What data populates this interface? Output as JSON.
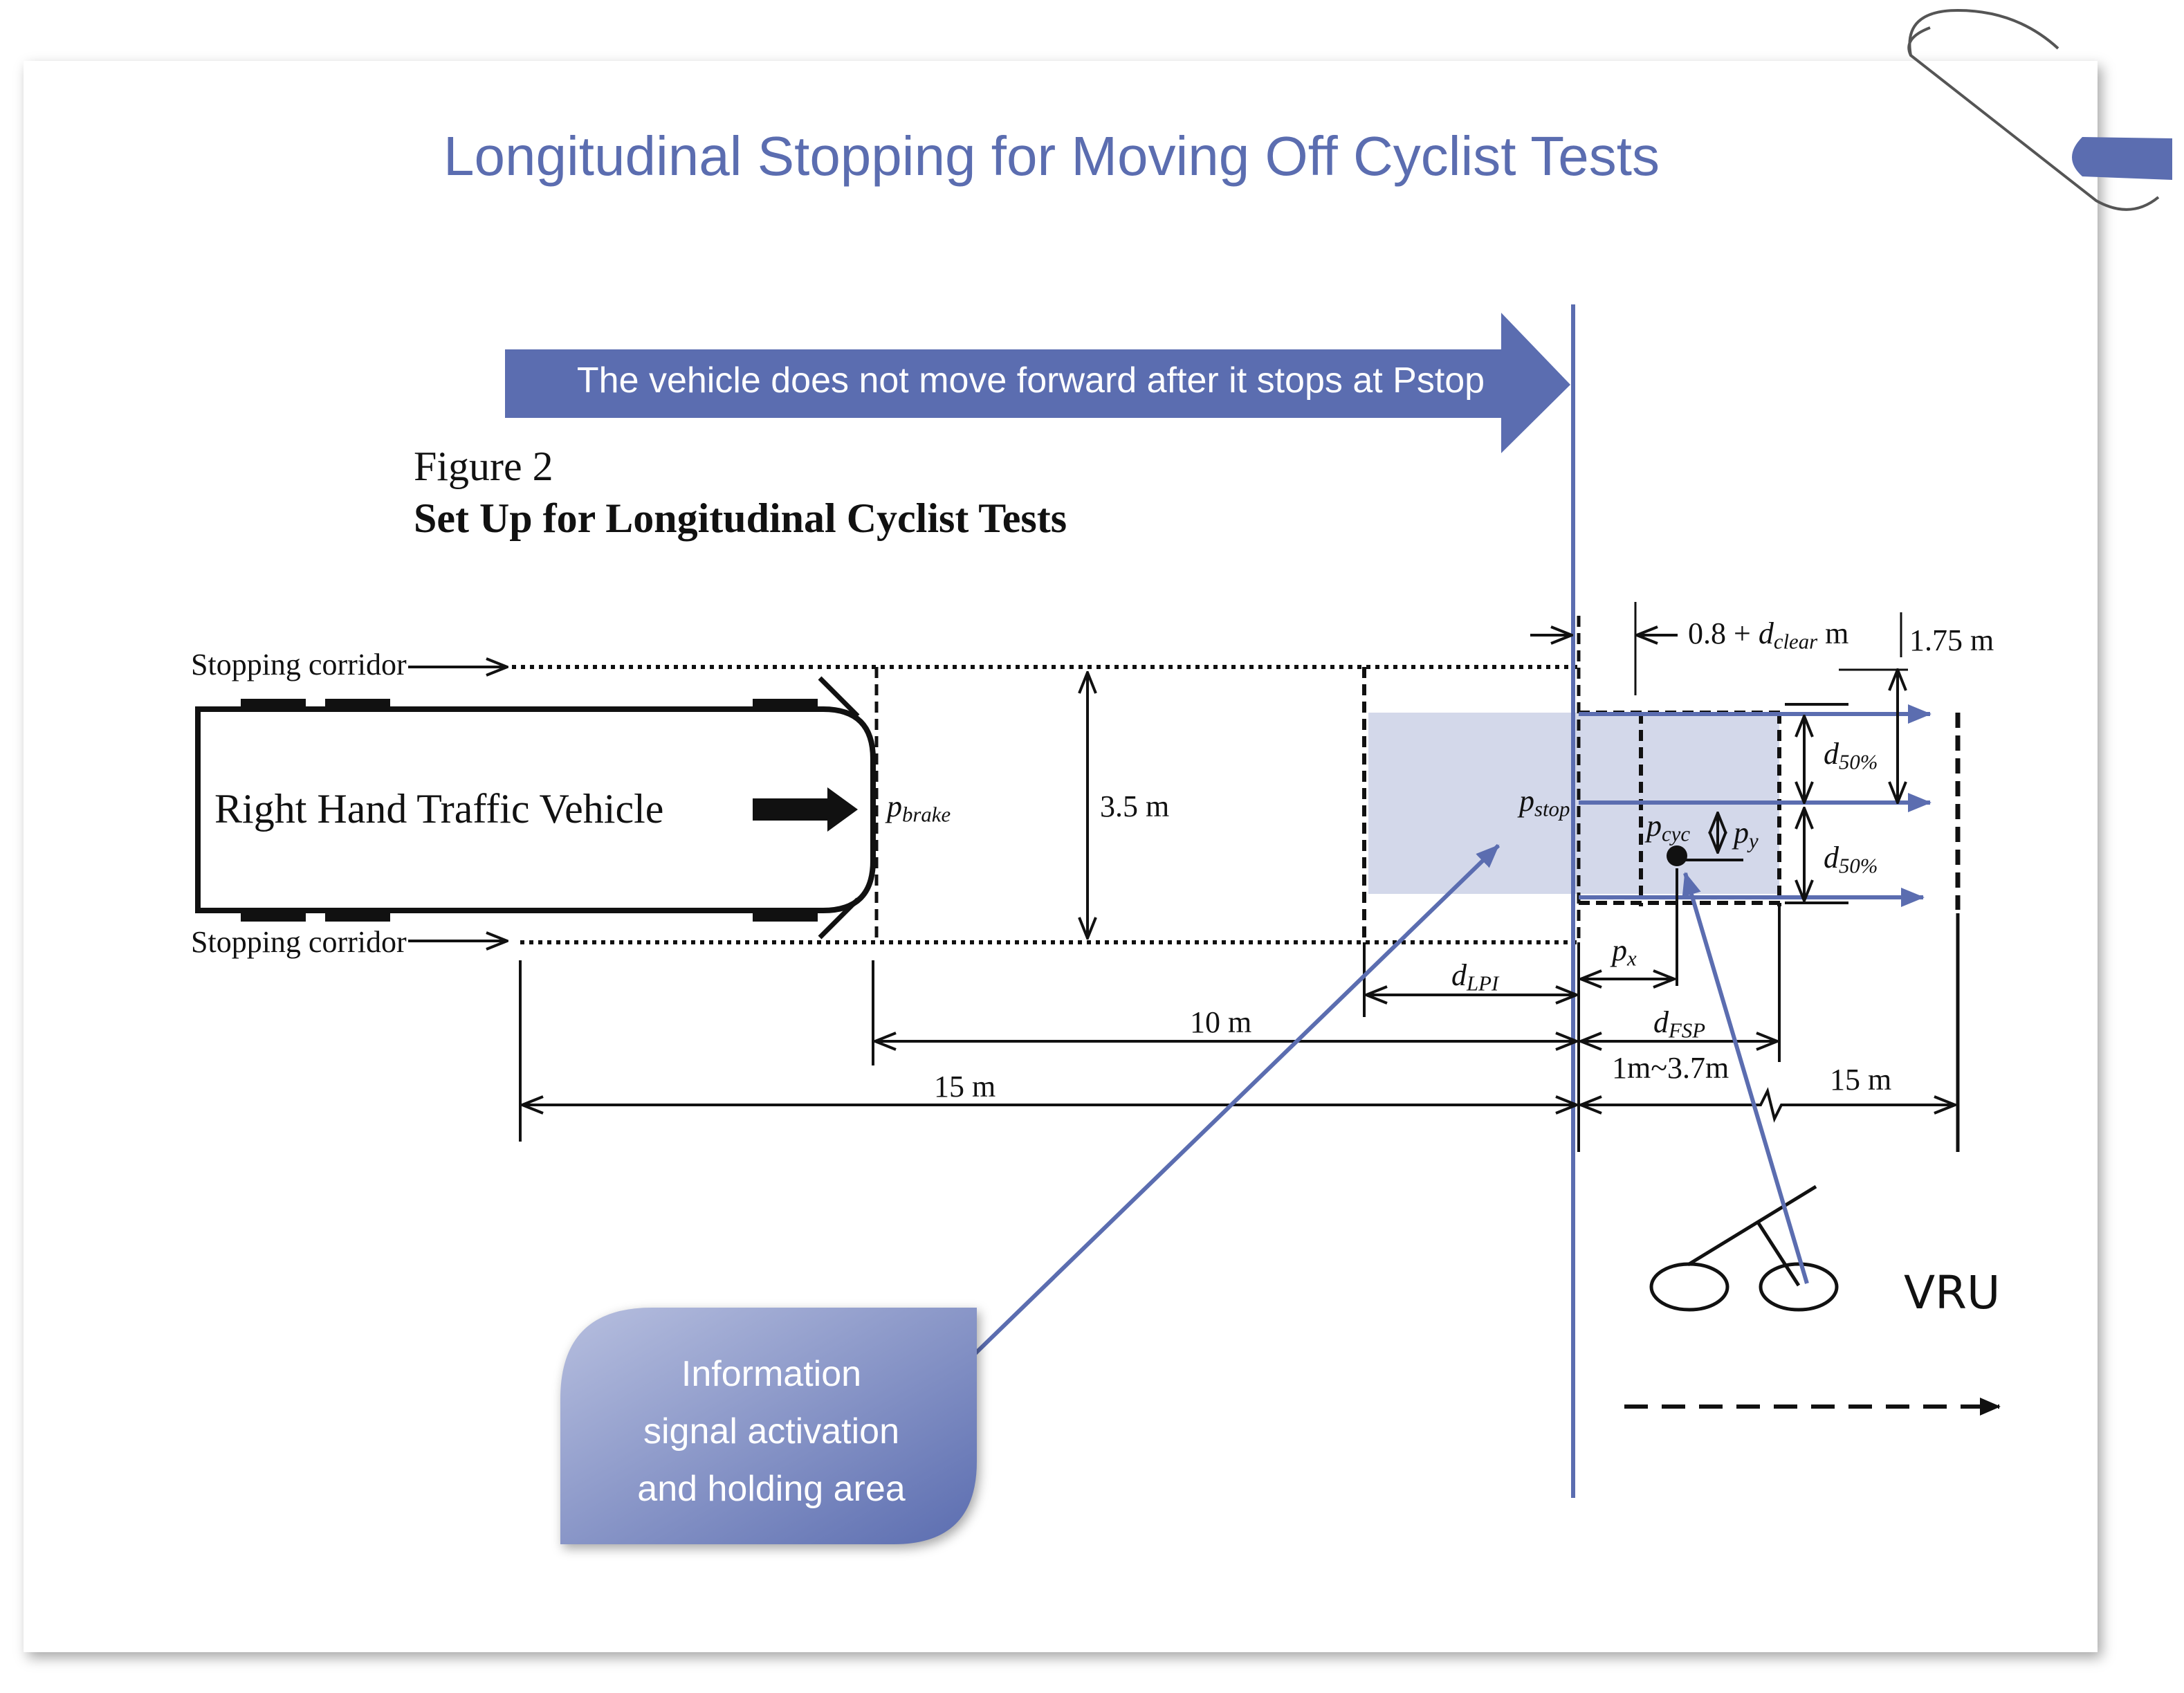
{
  "title": "Longitudinal Stopping for Moving Off Cyclist Tests",
  "banner": "The vehicle does not move forward after it stops at Pstop",
  "figure": {
    "number": "Figure 2",
    "caption": "Set Up for Longitudinal Cyclist Tests"
  },
  "vehicle_label": "Right Hand Traffic Vehicle",
  "corridor_label_top": "Stopping corridor",
  "corridor_label_bottom": "Stopping corridor",
  "labels": {
    "p_brake": {
      "main": "p",
      "sub": "brake"
    },
    "p_stop": {
      "main": "p",
      "sub": "stop"
    },
    "p_cyc": {
      "main": "p",
      "sub": "cyc"
    },
    "p_y": {
      "main": "p",
      "sub": "y"
    },
    "p_x": {
      "main": "p",
      "sub": "x"
    },
    "d_lpi": {
      "main": "d",
      "sub": "LPI"
    },
    "d_fsp": {
      "main": "d",
      "sub": "FSP"
    },
    "d50_top": {
      "main": "d",
      "sub": "50%"
    },
    "d50_bottom": {
      "main": "d",
      "sub": "50%"
    },
    "clear_prefix": "0.8 + ",
    "clear_main": "d",
    "clear_sub": "clear",
    "clear_unit": " m"
  },
  "dimensions": {
    "width_3_5": "3.5 m",
    "len_10": "10 m",
    "len_15_left": "15 m",
    "len_15_right": "15 m",
    "range_fsp": "1m~3.7m",
    "lane_1_75": "1.75 m"
  },
  "vru_label": "VRU",
  "callout": {
    "line1": "Information",
    "line2": "signal activation",
    "line3": "and holding area"
  },
  "colors": {
    "accent": "#5b6db0",
    "holding_area": "#d3d8ea",
    "ink": "#111111"
  }
}
